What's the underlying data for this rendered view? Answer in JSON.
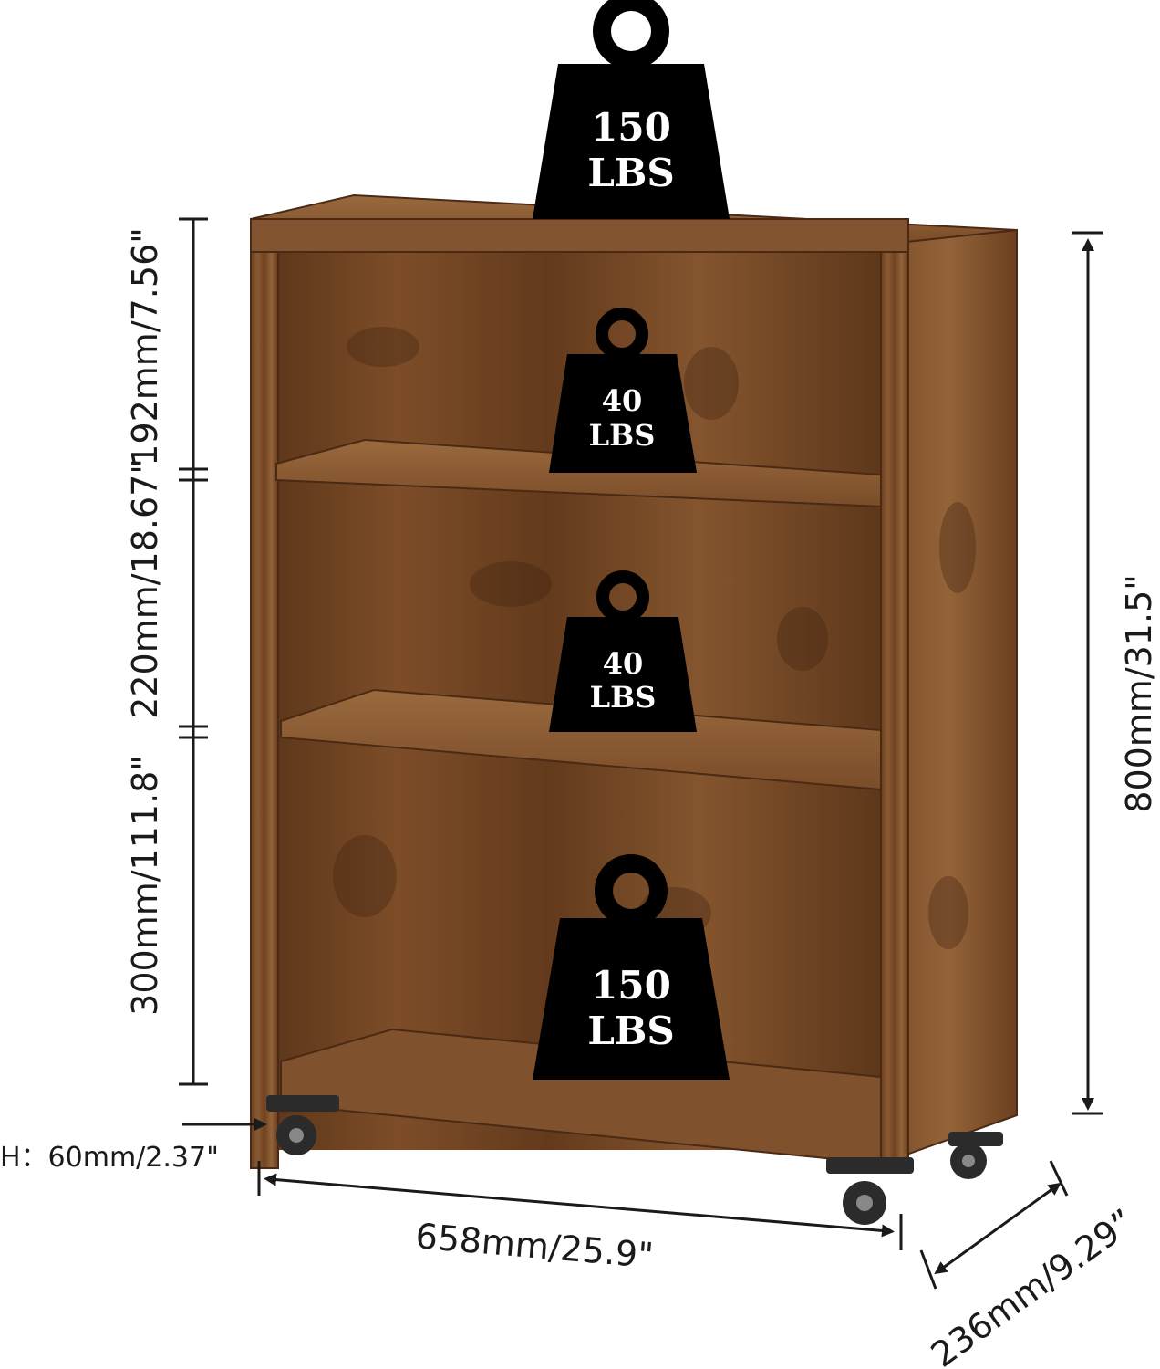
{
  "product": {
    "name": "3-tier rustic brown bookcase on locking casters"
  },
  "colors": {
    "wood_base": "#7a4a26",
    "wood_dark": "#4a2a14",
    "wood_light": "#9a6a3e",
    "weight": "#000000",
    "dimension_line": "#1a1a1a",
    "caster_metal": "#2b2b2b"
  },
  "weights": {
    "top": "150\nLBS",
    "top_number": "150",
    "top_unit": "LBS",
    "shelf_upper_number": "40",
    "shelf_upper_unit": "LBS",
    "shelf_middle_number": "40",
    "shelf_middle_unit": "LBS",
    "shelf_bottom_number": "150",
    "shelf_bottom_unit": "LBS"
  },
  "dimensions": {
    "top_compartment_height": "192mm/7.56\"",
    "middle_compartment_height": "220mm/18.67\"",
    "bottom_compartment_height": "300mm/111.8\"",
    "overall_height": "800mm/31.5\"",
    "caster_height": "H：60mm/2.37\"",
    "width": "658mm/25.9\"",
    "depth": "236mm/9.29”"
  },
  "icons": [
    "weight-icon",
    "caster-wheel-icon",
    "dimension-arrow-icon"
  ]
}
